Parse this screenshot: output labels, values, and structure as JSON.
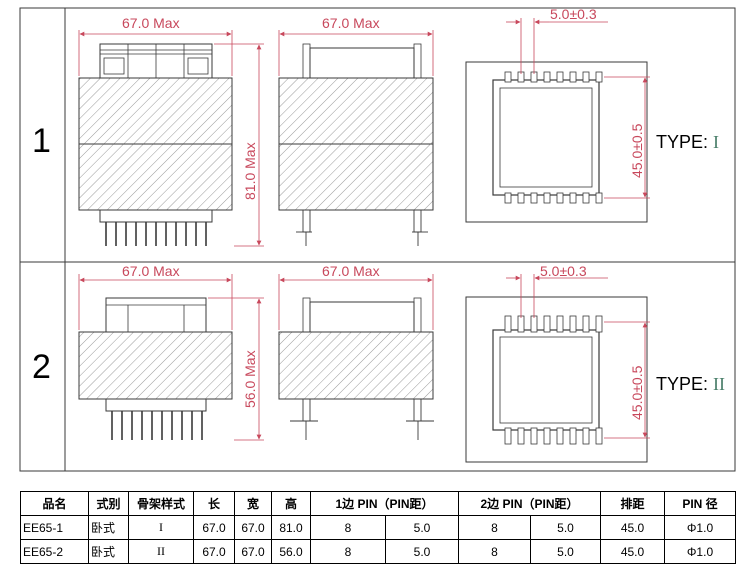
{
  "panels": [
    {
      "row_label": "1",
      "type_label": "TYPE: ",
      "type_numeral": "I",
      "dims": {
        "front_width": "67.0 Max",
        "side_width": "67.0 Max",
        "height": "81.0 Max",
        "pin_pitch": "5.0±0.3",
        "row_spacing": "45.0±0.5"
      }
    },
    {
      "row_label": "2",
      "type_label": "TYPE: ",
      "type_numeral": "II",
      "dims": {
        "front_width": "67.0 Max",
        "side_width": "67.0 Max",
        "height": "56.0 Max",
        "pin_pitch": "5.0±0.3",
        "row_spacing": "45.0±0.5"
      }
    }
  ],
  "colors": {
    "dimension": "#c8485c",
    "outline": "#3a3a3a",
    "type_numeral": "#4a7f6a"
  },
  "table": {
    "headers": [
      "品名",
      "式别",
      "骨架样式",
      "长",
      "宽",
      "高",
      "1边 PIN（PIN距）",
      "",
      "2边 PIN（PIN距）",
      "",
      "排距",
      "PIN 径"
    ],
    "rows": [
      [
        "EE65-1",
        "卧式",
        "I",
        "67.0",
        "67.0",
        "81.0",
        "8",
        "5.0",
        "8",
        "5.0",
        "45.0",
        "Φ1.0"
      ],
      [
        "EE65-2",
        "卧式",
        "II",
        "67.0",
        "67.0",
        "56.0",
        "8",
        "5.0",
        "8",
        "5.0",
        "45.0",
        "Φ1.0"
      ]
    ]
  }
}
